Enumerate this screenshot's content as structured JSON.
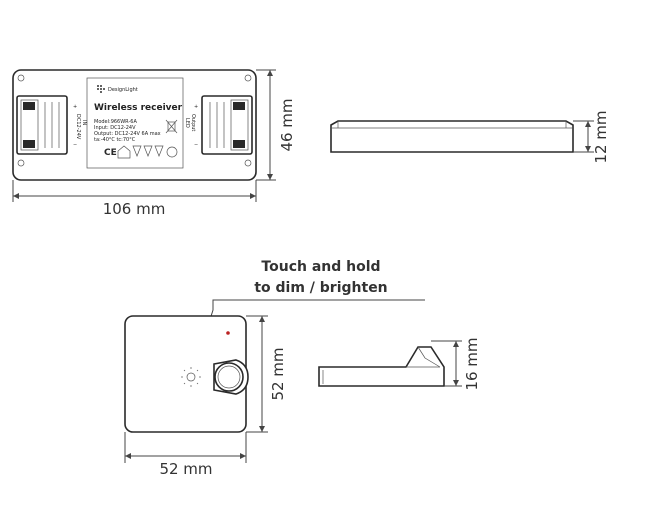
{
  "dimensions": {
    "receiver_width": "106 mm",
    "receiver_height": "46 mm",
    "receiver_thickness": "12 mm",
    "dimmer_width": "52 mm",
    "dimmer_height": "52 mm",
    "dimmer_thickness": "16 mm"
  },
  "label": {
    "brand": "DesignLight",
    "title": "Wireless receiver",
    "model": "Model:966WR-6A",
    "input": "Input: DC12-24V",
    "output": "Output: DC12-24V 6A max",
    "temps": "ta:-40°C   tc:70°C",
    "ce_mark": "CE",
    "left_terminal": "DC12-24V",
    "left_terminal_sub": "IN",
    "right_terminal": "Output",
    "right_terminal_sub": "LED"
  },
  "annotation": {
    "line1": "Touch and hold",
    "line2": "to dim / brighten"
  },
  "colors": {
    "outline": "#2a2a2a",
    "dimension_text": "#333333"
  }
}
